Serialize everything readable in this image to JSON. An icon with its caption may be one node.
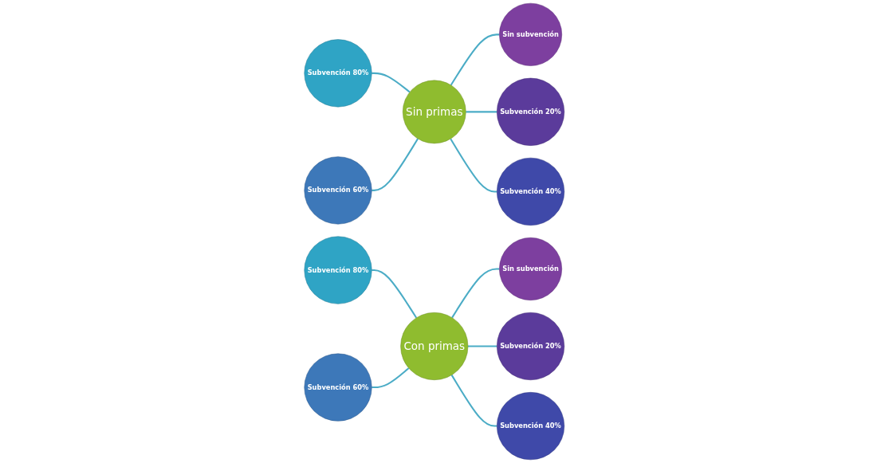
{
  "diagram": {
    "nodes": [
      {
        "text": [
          "Sin subvención"
        ]
      },
      {
        "text": [
          "Subvención 80%"
        ]
      },
      {
        "text": [
          "Sin primas"
        ]
      },
      {
        "text": [
          "Subvención 20%"
        ]
      },
      {
        "text": [
          "Subvención 60%"
        ]
      },
      {
        "text": [
          "Subvención 40%"
        ]
      },
      {
        "text": [
          "Sin subvención"
        ]
      },
      {
        "text": [
          "Subvención 80%"
        ]
      },
      {
        "text": [
          "Con primas"
        ]
      },
      {
        "text": [
          "Subvención 20%"
        ]
      },
      {
        "text": [
          "Subvención 60%"
        ]
      },
      {
        "text": [
          "Subvención 40%"
        ]
      }
    ],
    "edges": [
      {
        "from": 2,
        "to": 0,
        "arrow": "none"
      },
      {
        "from": 1,
        "to": 2,
        "arrow": "none"
      },
      {
        "from": 2,
        "to": 3,
        "arrow": "none"
      },
      {
        "from": 4,
        "to": 2,
        "arrow": "none"
      },
      {
        "from": 2,
        "to": 5,
        "arrow": "none"
      },
      {
        "from": 8,
        "to": 6,
        "arrow": "none"
      },
      {
        "from": 7,
        "to": 8,
        "arrow": "none"
      },
      {
        "from": 8,
        "to": 9,
        "arrow": "none"
      },
      {
        "from": 10,
        "to": 8,
        "arrow": "none"
      },
      {
        "from": 8,
        "to": 11,
        "arrow": "none"
      }
    ]
  }
}
